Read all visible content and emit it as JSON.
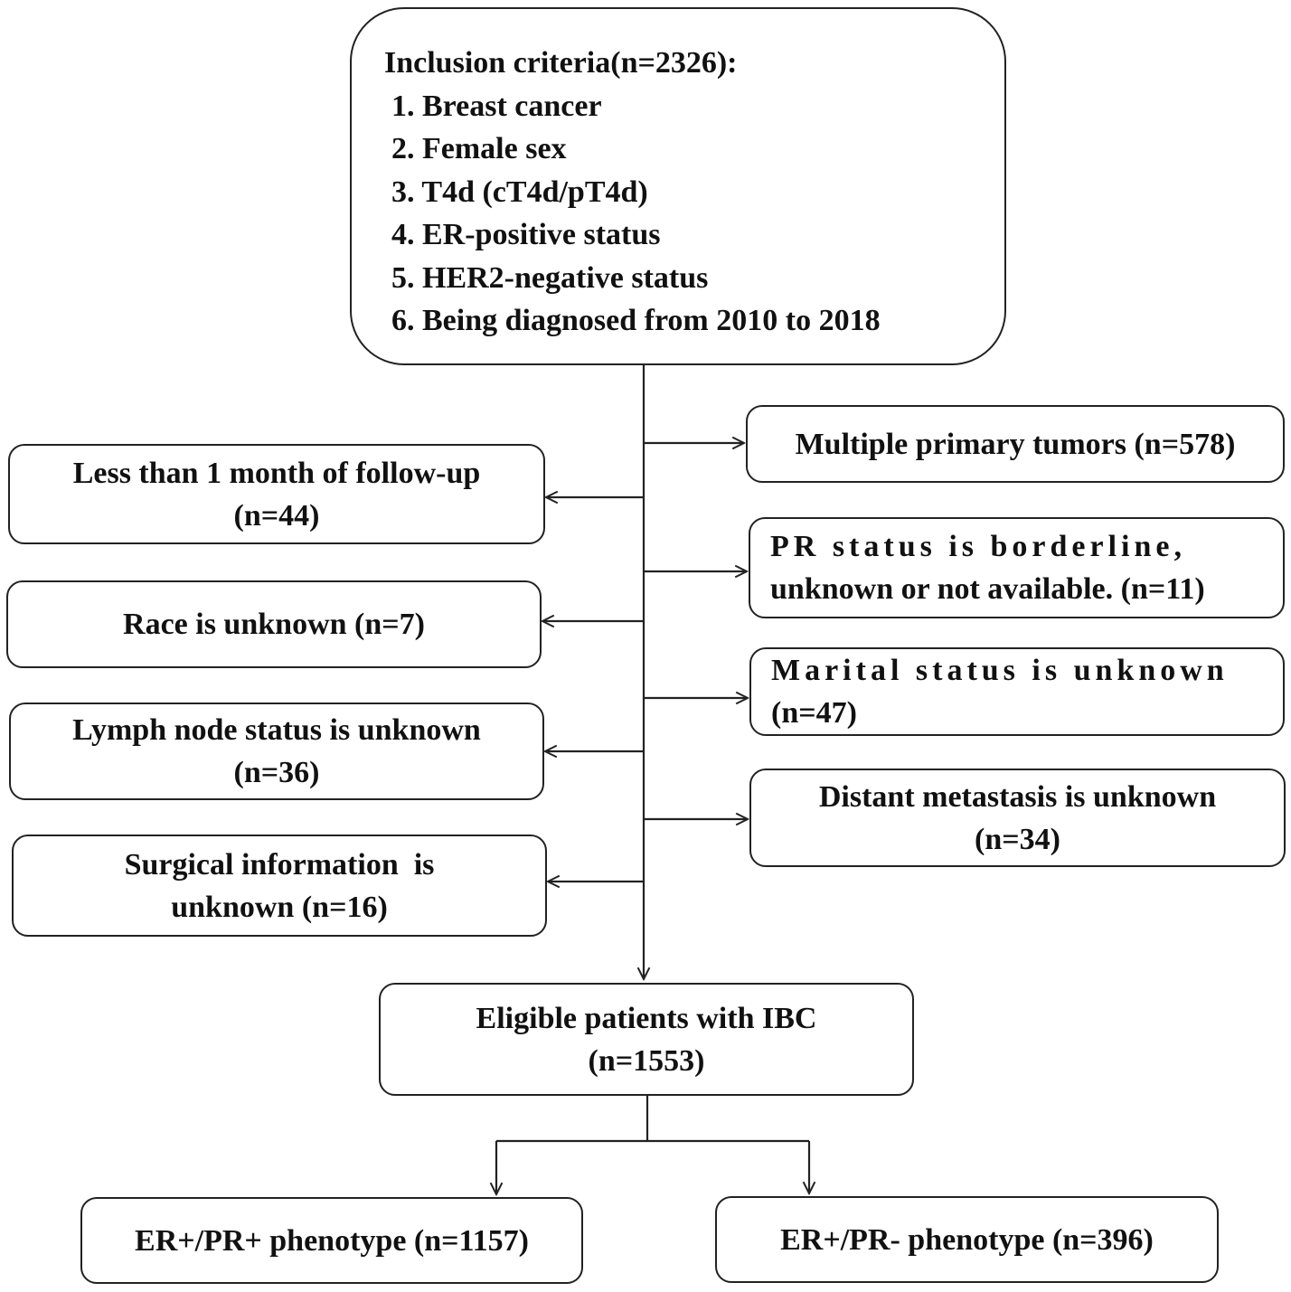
{
  "inclusion": {
    "title": "Inclusion criteria(n=2326):",
    "criteria": [
      "1. Breast cancer",
      "2. Female sex",
      "3. T4d (cT4d/pT4d)",
      "4. ER-positive status",
      "5. HER2-negative status",
      "6. Being diagnosed from 2010 to 2018"
    ]
  },
  "exclusions_left": [
    {
      "line1": "Less than 1 month of follow-up",
      "line2": "(n=44)"
    },
    {
      "line1": "Race is unknown (n=7)"
    },
    {
      "line1": "Lymph node status is unknown",
      "line2": "(n=36)"
    },
    {
      "line1": "Surgical information  is",
      "line2": "unknown (n=16)"
    }
  ],
  "exclusions_right": [
    {
      "line1": "Multiple primary tumors (n=578)"
    },
    {
      "line1": "PR status is borderline,",
      "line2": "unknown or not available. (n=11)"
    },
    {
      "line1": "Marital status is unknown",
      "line2": "(n=47)"
    },
    {
      "line1": "Distant metastasis is unknown",
      "line2": "(n=34)"
    }
  ],
  "eligible": {
    "line1": "Eligible patients with IBC",
    "line2": "(n=1553)"
  },
  "phenotypes": [
    {
      "label": "ER+/PR+ phenotype (n=1157)"
    },
    {
      "label": "ER+/PR- phenotype (n=396)"
    }
  ],
  "colors": {
    "line": "#222222",
    "text": "#111111",
    "background": "#ffffff"
  }
}
